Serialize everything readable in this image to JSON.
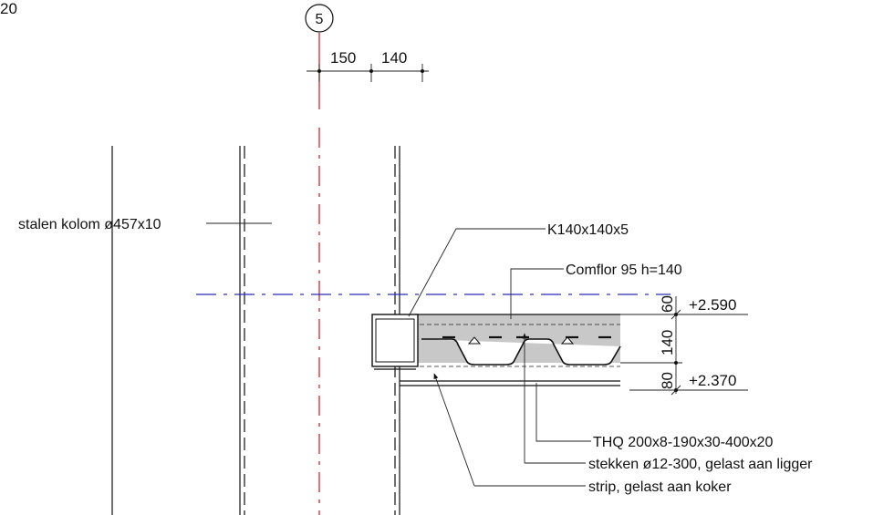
{
  "drawing": {
    "corner_label": "20",
    "grid_marker": "5",
    "dimensions": {
      "horizontal_1": "150",
      "horizontal_2": "140",
      "vertical_top": "60",
      "vertical_mid": "140",
      "vertical_bottom": "80"
    },
    "levels": {
      "top": "+2.590",
      "bottom": "+2.370"
    },
    "labels": {
      "column": "stalen kolom ø457x10",
      "tube": "K140x140x5",
      "deck": "Comflor 95 h=140",
      "beam": "THQ 200x8-190x30-400x20",
      "studs": "stekken ø12-300, gelast aan ligger",
      "strip": "strip, gelast aan koker"
    },
    "colors": {
      "axis_red": "#e0232a",
      "axis_blue": "#2a2ab8",
      "concrete_fill": "#c8c8c8",
      "line": "#111111"
    }
  }
}
